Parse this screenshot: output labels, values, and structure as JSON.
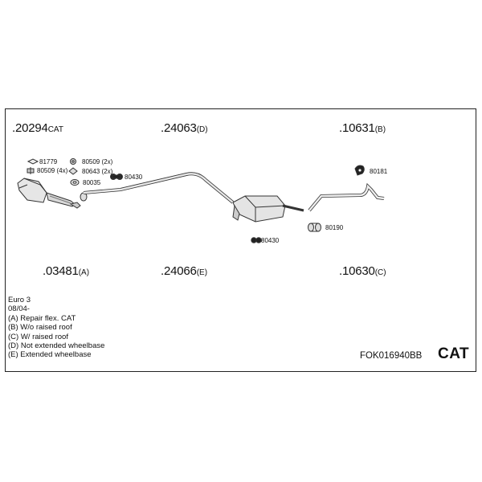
{
  "parts_top": [
    {
      "num": ".20294",
      "suffix": "CAT"
    },
    {
      "num": ".24063",
      "suffix": "(D)"
    },
    {
      "num": ".10631",
      "suffix": "(B)"
    }
  ],
  "parts_bottom": [
    {
      "num": ".03481",
      "suffix": "(A)"
    },
    {
      "num": ".24066",
      "suffix": "(E)"
    },
    {
      "num": ".10630",
      "suffix": "(C)"
    }
  ],
  "small_parts": {
    "p81779": "81779",
    "p80509_4x": "80509 (4x)",
    "p80509_2x": "80509 (2x)",
    "p80643_2x": "80643 (2x)",
    "p80035": "80035",
    "p80430_a": "80430",
    "p80181": "80181",
    "p80430_b": "80430",
    "p80190": "80190"
  },
  "notes": [
    "Euro 3",
    "08/04-",
    "(A) Repair flex. CAT",
    "(B) W/o raised roof",
    "(C) W/ raised roof",
    "(D) Not extended wheelbase",
    "(E) Extended wheelbase"
  ],
  "code": "FOK016940BB",
  "badge": "CAT"
}
